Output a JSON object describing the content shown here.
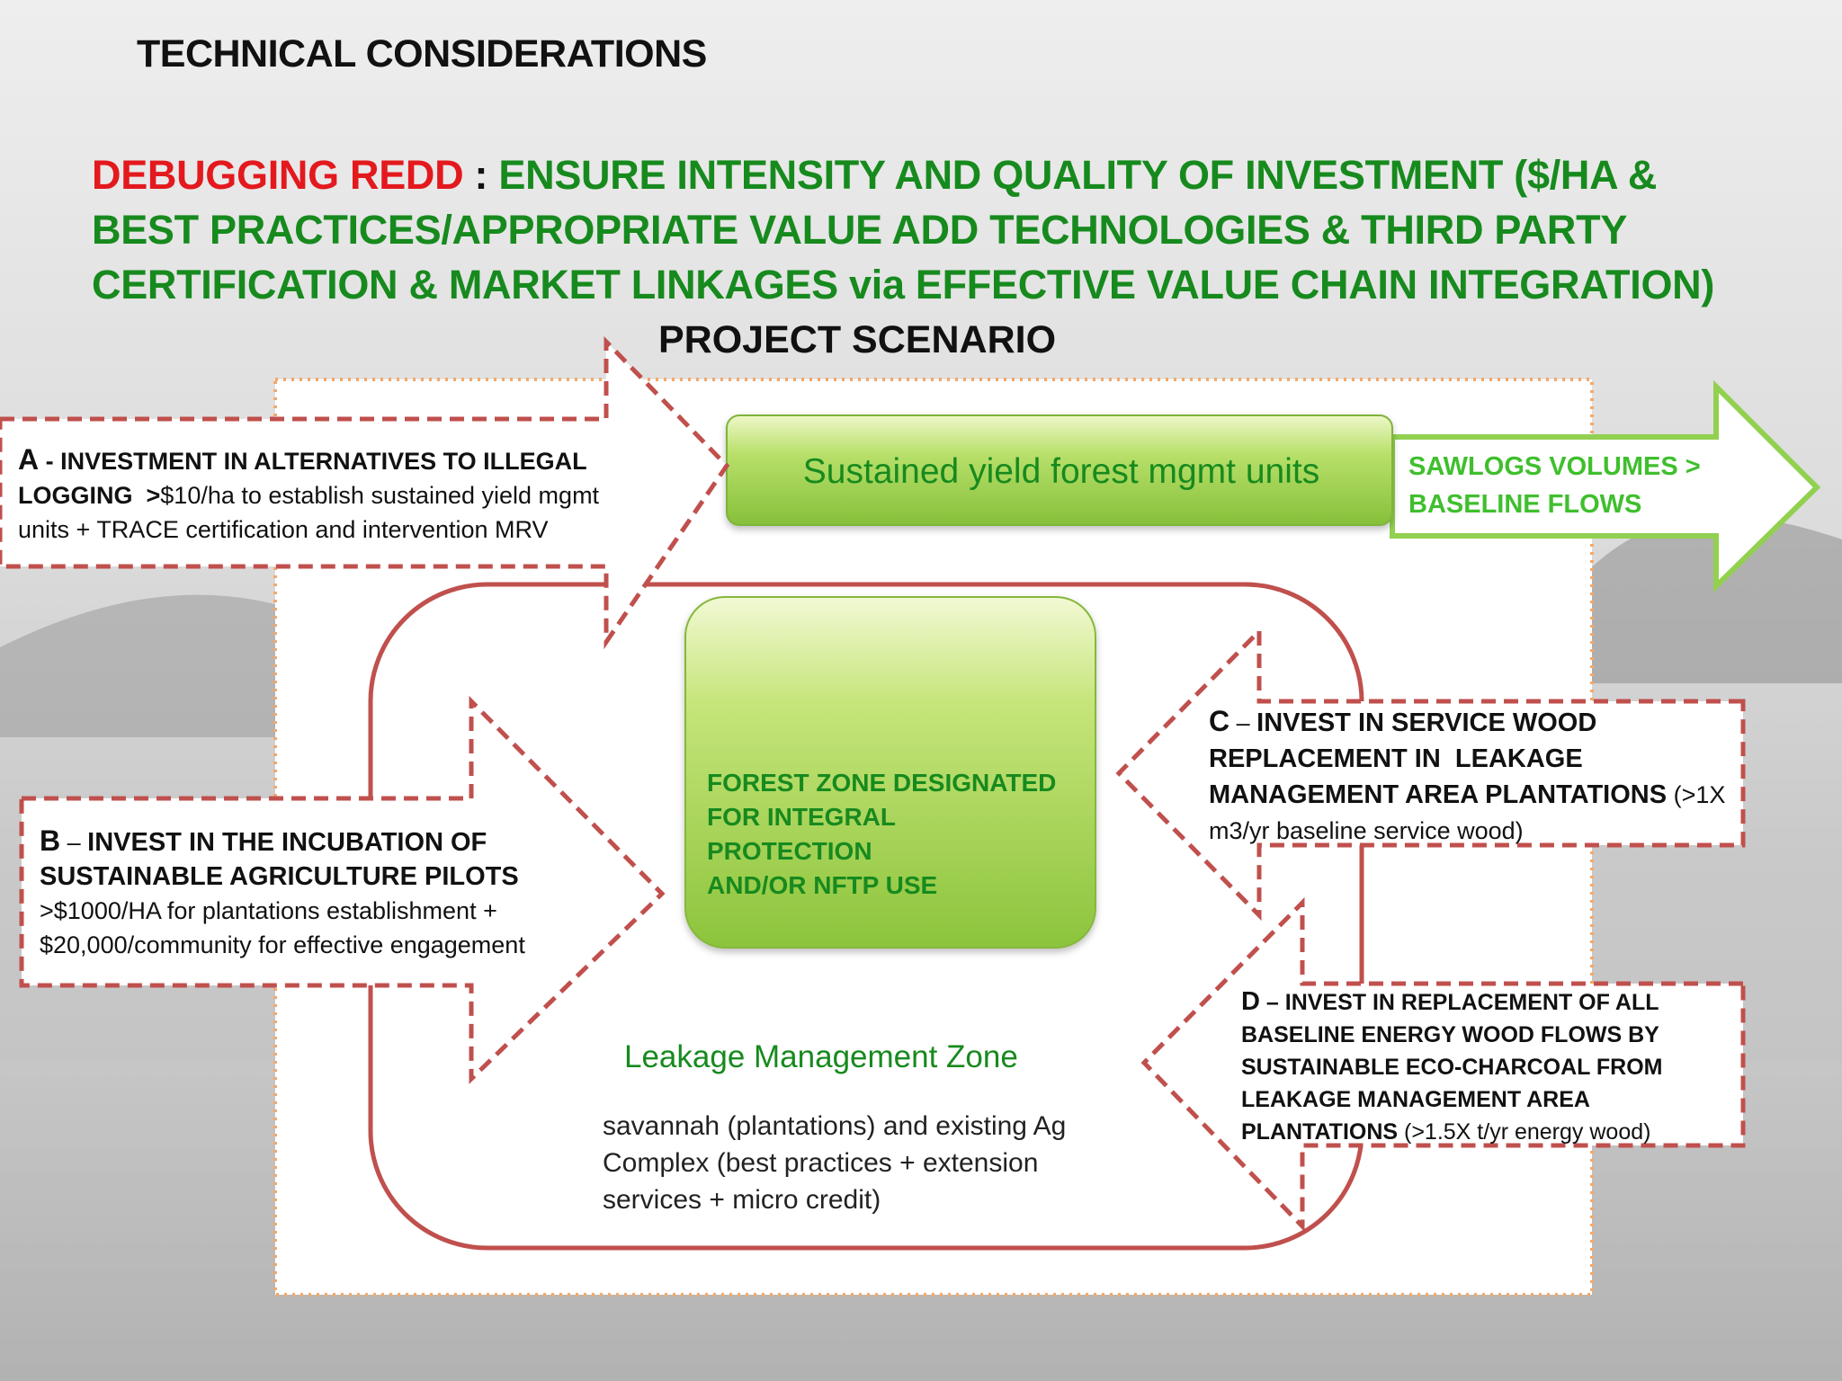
{
  "slide": {
    "title": "TECHNICAL CONSIDERATIONS",
    "headline": {
      "prefix": "DEBUGGING REDD",
      "colon": " : ",
      "line1": "ENSURE INTENSITY AND QUALITY OF INVESTMENT ($/HA &",
      "line2": "BEST PRACTICES/APPROPRIATE VALUE ADD TECHNOLOGIES & THIRD PARTY",
      "line3": "CERTIFICATION & MARKET LINKAGES via EFFECTIVE VALUE CHAIN INTEGRATION)"
    },
    "scenario_title": "PROJECT SCENARIO"
  },
  "diagram": {
    "sustained_yield": "Sustained yield forest mgmt units",
    "sawlogs": {
      "line1": "SAWLOGS VOLUMES >",
      "line2": "BASELINE FLOWS"
    },
    "forest_zone": {
      "line1": "FOREST ZONE DESIGNATED",
      "line2": "FOR INTEGRAL PROTECTION",
      "line3": "AND/OR NFTP USE"
    },
    "leakage_zone": {
      "title": "Leakage Management Zone",
      "line1": "savannah (plantations)  and existing Ag",
      "line2": "Complex (best practices + extension",
      "line3": "services + micro credit)"
    },
    "arrow_a": {
      "letter": "A",
      "dash": " - ",
      "head1": "INVESTMENT IN ALTERNATIVES TO ILLEGAL",
      "head2": "LOGGING",
      "body1": "  >",
      "body2": "$10/ha to establish sustained yield mgmt",
      "body3": "units + TRACE certification and intervention MRV"
    },
    "arrow_b": {
      "letter": "B",
      "dash": " – ",
      "head1": "INVEST IN THE INCUBATION OF",
      "head2": "SUSTAINABLE AGRICULTURE PILOTS",
      "body1": ">$1000/HA for plantations establishment +",
      "body2": "$20,000/community for effective engagement"
    },
    "arrow_c": {
      "letter": "C",
      "dash": " – ",
      "head1": "INVEST IN SERVICE WOOD",
      "head2": "REPLACEMENT IN  LEAKAGE",
      "head3": "MANAGEMENT AREA PLANTATIONS",
      "body1": " (>1X",
      "body2": "m3/yr baseline service wood)"
    },
    "arrow_d": {
      "letter": "D",
      "dash": " – ",
      "head1": "INVEST IN REPLACEMENT OF ALL",
      "head2": "BASELINE ENERGY WOOD FLOWS BY",
      "head3": "SUSTAINABLE ECO-CHARCOAL FROM",
      "head4": "LEAKAGE MANAGEMENT AREA",
      "head5": "PLANTATIONS",
      "body1": " (>1.5X t/yr energy wood)"
    }
  },
  "colors": {
    "headline_green": "#178a1e",
    "headline_red": "#e3191e",
    "dashed_red": "#c0504d",
    "frame_orange": "#f2a96a",
    "box_green": "#9ccc3c",
    "arrow_green": "#92d050"
  }
}
